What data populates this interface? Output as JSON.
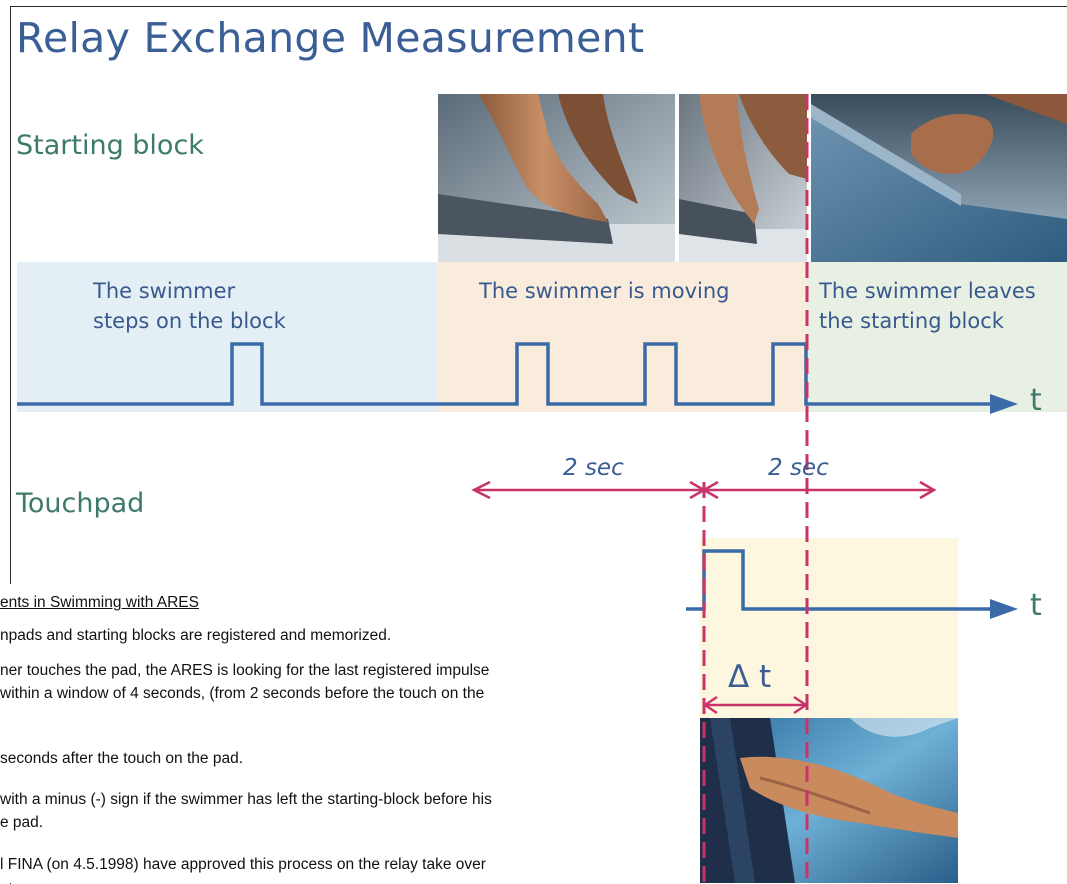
{
  "title": "Relay Exchange Measurement",
  "sections": {
    "starting_block": "Starting block",
    "touchpad": "Touchpad"
  },
  "phases": {
    "steps_on_line1": "The swimmer",
    "steps_on_line2": "steps on the block",
    "moving": "The swimmer is moving",
    "leaves_line1": "The swimmer leaves",
    "leaves_line2": "the starting block"
  },
  "axis_label": "t",
  "window_labels": [
    "2 sec",
    "2 sec"
  ],
  "delta_label": "Δ t",
  "document_text": {
    "heading": "ents in Swimming with ARES",
    "lines": [
      "npads and starting blocks are registered and memorized.",
      "ner touches the pad, the ARES is looking for the last registered impulse",
      "within a window of 4 seconds, (from 2 seconds before the touch on the",
      "seconds after the touch on the pad.",
      "with a minus (-) sign if the swimmer has left the starting-block before his",
      "e pad.",
      "l FINA (on 4.5.1998) have approved this process on the relay take over"
    ]
  },
  "colors": {
    "title": "#3a5e95",
    "section": "#3d7a6c",
    "signal_line": "#3a6aa8",
    "marker": "#c8336a",
    "zone_blue": "#e3eef5",
    "zone_peach": "#faecdd",
    "zone_green": "#e7f0e3",
    "zone_cream": "#fdf7df"
  }
}
